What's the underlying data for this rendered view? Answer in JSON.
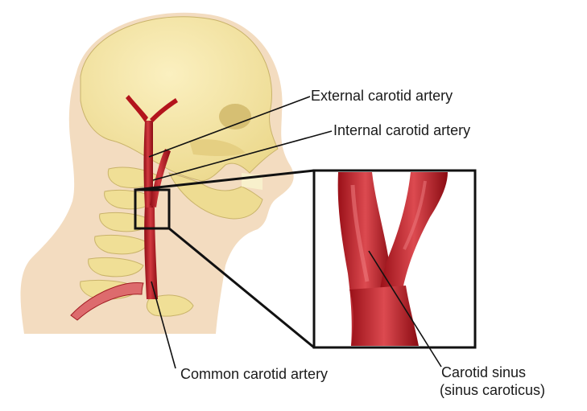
{
  "labels": {
    "external_carotid": "External carotid artery",
    "internal_carotid": "Internal carotid artery",
    "common_carotid": "Common carotid artery",
    "carotid_sinus_line1": "Carotid sinus",
    "carotid_sinus_line2": "(sinus caroticus)"
  },
  "colors": {
    "skin": "#f3dcc0",
    "bone": "#f2e4a3",
    "artery": "#b3141c",
    "artery_highlight": "#e2575c",
    "outline": "#111111"
  }
}
